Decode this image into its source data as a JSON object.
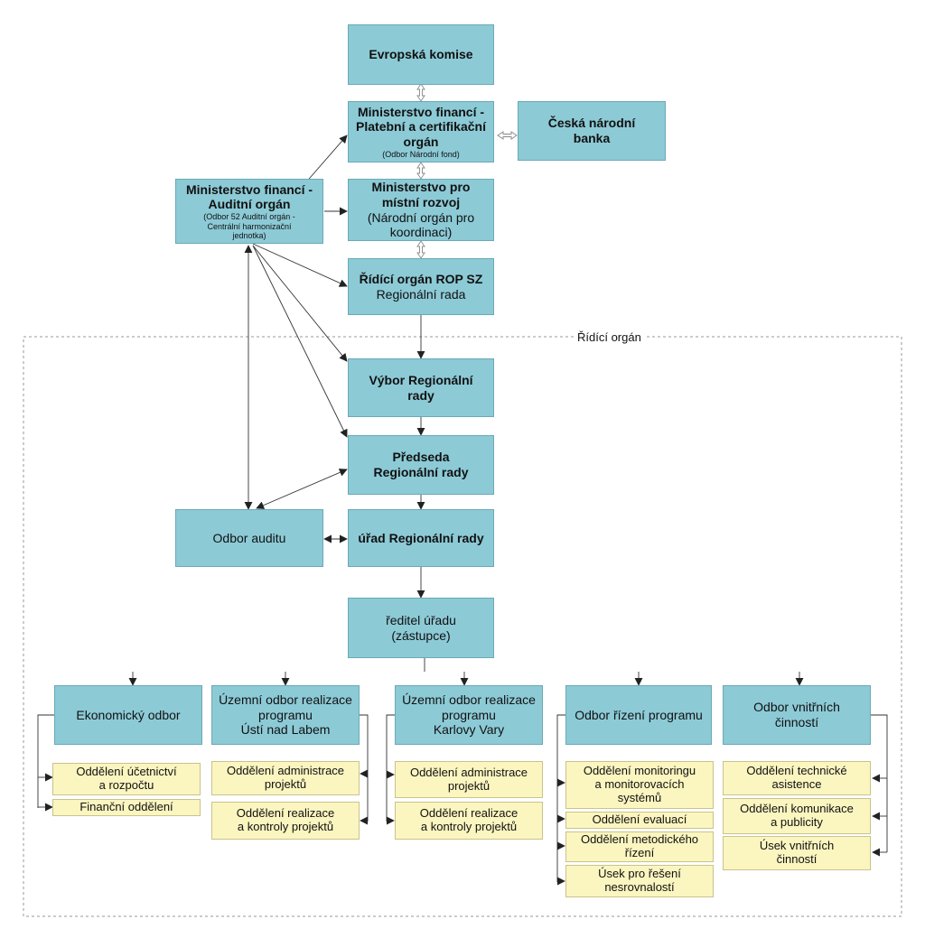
{
  "diagram": {
    "frame_label": "Řídící orgán",
    "ec": {
      "line1": "Evropská komise"
    },
    "mf_pco": {
      "line1": "Ministerstvo financí -",
      "line2": "Platební a certifikační",
      "line3": "orgán",
      "sub": "(Odbor Národní fond)"
    },
    "cnb": {
      "line1": "Česká národní",
      "line2": "banka"
    },
    "mf_audit": {
      "line1": "Ministerstvo financí -",
      "line2": "Auditní orgán",
      "sub1": "(Odbor 52 Auditní orgán -",
      "sub2": "Centrální harmonizační",
      "sub3": "jednotka)"
    },
    "mmr": {
      "line1": "Ministerstvo pro",
      "line2": "místní rozvoj",
      "line3": "(Národní orgán pro",
      "line4": "koordinaci)"
    },
    "rop": {
      "line1": "Řídící orgán ROP SZ",
      "line2": "Regionální rada"
    },
    "vybor": {
      "line1": "Výbor Regionální",
      "line2": "rady"
    },
    "predseda": {
      "line1": "Předseda",
      "line2": "Regionální rady"
    },
    "urad": {
      "line1": "úřad Regionální rady"
    },
    "odbor_auditu": {
      "line1": "Odbor auditu"
    },
    "reditel": {
      "line1": "ředitel úřadu",
      "line2": "(zástupce)"
    },
    "dept": {
      "ekonomicky": {
        "line1": "Ekonomický odbor"
      },
      "usti": {
        "line1": "Územní odbor realizace",
        "line2": "programu",
        "line3": "Ústí nad Labem"
      },
      "kv": {
        "line1": "Územní odbor realizace",
        "line2": "programu",
        "line3": "Karlovy Vary"
      },
      "rizeni": {
        "line1": "Odbor řízení programu"
      },
      "vnitrni": {
        "line1": "Odbor vnitřních",
        "line2": "činností"
      }
    },
    "units": {
      "ucetnictvi": {
        "line1": "Oddělení účetnictví",
        "line2": "a rozpočtu"
      },
      "financni": {
        "line1": "Finanční oddělení"
      },
      "usti_admin": {
        "line1": "Oddělení administrace",
        "line2": "projektů"
      },
      "usti_real": {
        "line1": "Oddělení realizace",
        "line2": "a kontroly projektů"
      },
      "kv_admin": {
        "line1": "Oddělení administrace",
        "line2": "projektů"
      },
      "kv_real": {
        "line1": "Oddělení realizace",
        "line2": "a kontroly projektů"
      },
      "monitoring": {
        "line1": "Oddělení monitoringu",
        "line2": "a monitorovacích",
        "line3": "systémů"
      },
      "evaluace": {
        "line1": "Oddělení evaluací"
      },
      "metodicke": {
        "line1": "Oddělení metodického",
        "line2": "řízení"
      },
      "nesrovnalosti": {
        "line1": "Úsek pro řešení",
        "line2": "nesrovnalostí"
      },
      "technicke": {
        "line1": "Oddělení technické",
        "line2": "asistence"
      },
      "komunikace": {
        "line1": "Oddělení komunikace",
        "line2": "a publicity"
      },
      "usek_vnitrnich": {
        "line1": "Úsek vnitřních",
        "line2": "činností"
      }
    }
  },
  "colors": {
    "box_blue": "#8ccad6",
    "box_yellow": "#fbf5c0",
    "line": "#333333",
    "frame": "#999999"
  }
}
